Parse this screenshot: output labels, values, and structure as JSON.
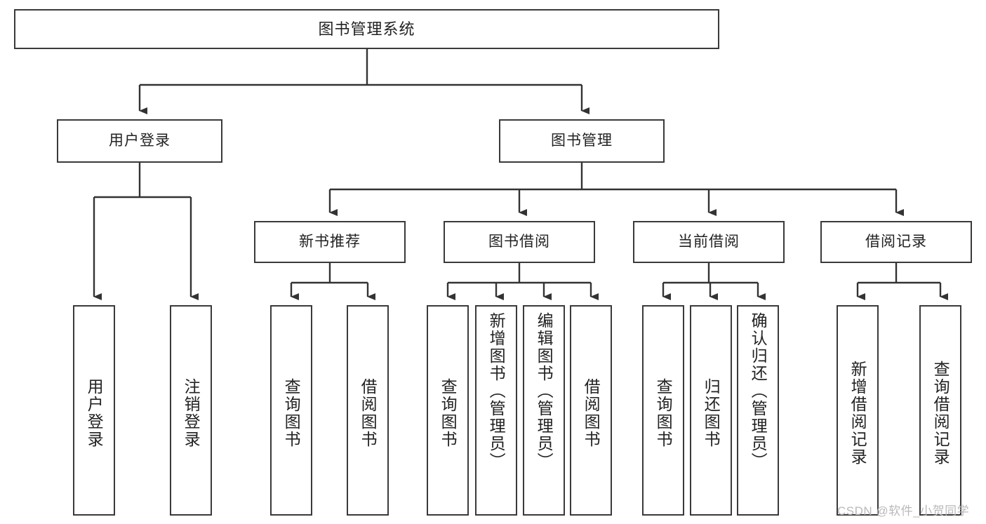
{
  "diagram": {
    "title": "图书管理系统",
    "type": "hierarchy-tree",
    "root": {
      "label": "图书管理系统"
    },
    "level2": [
      {
        "label": "用户登录"
      },
      {
        "label": "图书管理"
      }
    ],
    "level3": [
      {
        "label": "新书推荐"
      },
      {
        "label": "图书借阅"
      },
      {
        "label": "当前借阅"
      },
      {
        "label": "借阅记录"
      }
    ],
    "leaves": {
      "user_login": [
        {
          "label": "用户登录"
        },
        {
          "label": "注销登录"
        }
      ],
      "new_book_recommend": [
        {
          "label": "查询图书"
        },
        {
          "label": "借阅图书"
        }
      ],
      "book_borrow": [
        {
          "label": "查询图书"
        },
        {
          "label": "新增图书（管理员）"
        },
        {
          "label": "编辑图书（管理员）"
        },
        {
          "label": "借阅图书"
        }
      ],
      "current_borrow": [
        {
          "label": "查询图书"
        },
        {
          "label": "归还图书"
        },
        {
          "label": "确认归还（管理员）"
        }
      ],
      "borrow_record": [
        {
          "label": "新增借阅记录"
        },
        {
          "label": "查询借阅记录"
        }
      ]
    }
  },
  "watermark": {
    "text": "CSDN @软件_小贺同学"
  },
  "colors": {
    "background": "#ffffff",
    "box_border": "#3a3a3a",
    "box_fill": "#ffffff",
    "text": "#222222",
    "connector": "#333333",
    "watermark": "#b9b9b9"
  }
}
